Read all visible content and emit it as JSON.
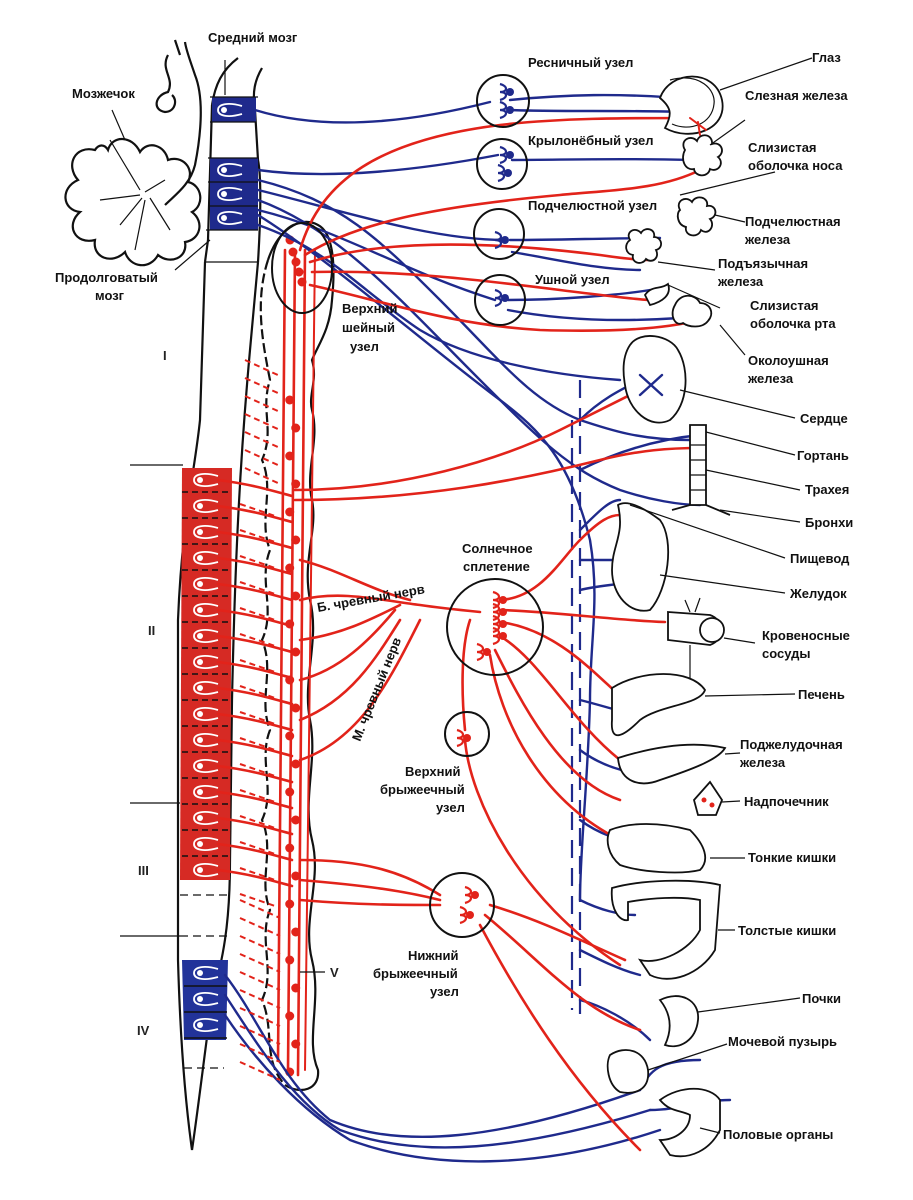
{
  "title": "Вегетативная нервная система",
  "colors": {
    "sympathetic": "#e2231a",
    "parasympathetic": "#1f2a8c",
    "outline": "#111111",
    "background": "#ffffff"
  },
  "brain_labels": {
    "midbrain": "Средний мозг",
    "cerebellum": "Мозжечок",
    "medulla": "Продолговатый мозг",
    "medulla_line1": "Продолговатый",
    "medulla_line2": "мозг"
  },
  "spinal_sections": [
    {
      "id": "I",
      "label": "I"
    },
    {
      "id": "II",
      "label": "II"
    },
    {
      "id": "III",
      "label": "III"
    },
    {
      "id": "IV",
      "label": "IV"
    },
    {
      "id": "V",
      "label": "V"
    }
  ],
  "ganglia": {
    "ciliary": "Ресничный узел",
    "pterygopalatine": "Крылонёбный узел",
    "submandibular": "Подчелюстной узел",
    "otic": "Ушной узел",
    "superior_cervical": {
      "line1": "Верхний",
      "line2": "шейный",
      "line3": "узел"
    },
    "solar_plexus": {
      "line1": "Солнечное",
      "line2": "сплетение"
    },
    "superior_mesenteric": {
      "line1": "Верхний",
      "line2": "брыжеечный",
      "line3": "узел"
    },
    "inferior_mesenteric": {
      "line1": "Нижний",
      "line2": "брыжеечный",
      "line3": "узел"
    }
  },
  "nerves": {
    "greater_splanchnic": "Б.  чревный  нерв",
    "lesser_splanchnic": "М.  чревный  нерв"
  },
  "organs": [
    {
      "id": "eye",
      "lines": [
        "Глаз"
      ]
    },
    {
      "id": "lacrimal",
      "lines": [
        "Слезная железа"
      ]
    },
    {
      "id": "nasal_mucosa",
      "lines": [
        "Слизистая",
        "оболочка носа"
      ]
    },
    {
      "id": "submandibular_gland",
      "lines": [
        "Подчелюстная",
        "железа"
      ]
    },
    {
      "id": "sublingual_gland",
      "lines": [
        "Подъязычная",
        "железа"
      ]
    },
    {
      "id": "oral_mucosa",
      "lines": [
        "Слизистая",
        "оболочка рта"
      ]
    },
    {
      "id": "parotid",
      "lines": [
        "Околоушная",
        "железа"
      ]
    },
    {
      "id": "heart",
      "lines": [
        "Сердце"
      ]
    },
    {
      "id": "larynx",
      "lines": [
        "Гортань"
      ]
    },
    {
      "id": "trachea",
      "lines": [
        "Трахея"
      ]
    },
    {
      "id": "bronchi",
      "lines": [
        "Бронхи"
      ]
    },
    {
      "id": "esophagus",
      "lines": [
        "Пищевод"
      ]
    },
    {
      "id": "stomach",
      "lines": [
        "Желудок"
      ]
    },
    {
      "id": "vessels",
      "lines": [
        "Кровеносные",
        "сосуды"
      ]
    },
    {
      "id": "liver",
      "lines": [
        "Печень"
      ]
    },
    {
      "id": "pancreas",
      "lines": [
        "Поджелудочная",
        "железа"
      ]
    },
    {
      "id": "adrenal",
      "lines": [
        "Надпочечник"
      ]
    },
    {
      "id": "small_intestine",
      "lines": [
        "Тонкие кишки"
      ]
    },
    {
      "id": "large_intestine",
      "lines": [
        "Толстые кишки"
      ]
    },
    {
      "id": "kidneys",
      "lines": [
        "Почки"
      ]
    },
    {
      "id": "bladder",
      "lines": [
        "Мочевой пузырь"
      ]
    },
    {
      "id": "genitals",
      "lines": [
        "Половые органы"
      ]
    }
  ]
}
